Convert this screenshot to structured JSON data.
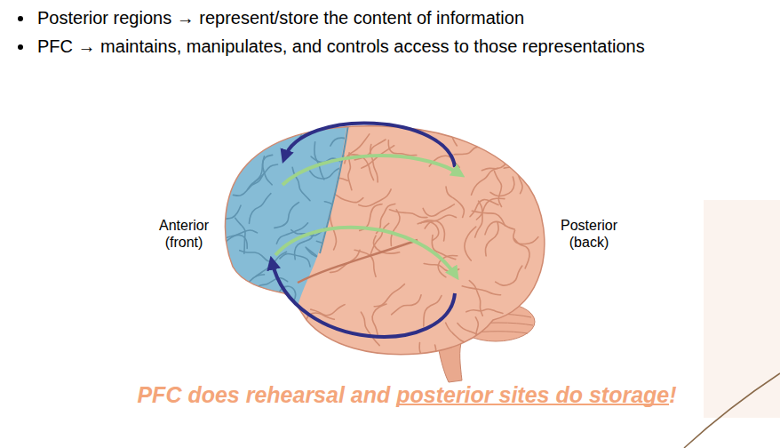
{
  "diagram": {
    "caption": "PFC does rehearsal and posterior sites do storage!",
    "labels": [
      "Posterior regions → represent/store the content of information",
      "PFC → maintains, manipulates, and controls access to those representations",
      "Anterior (front)",
      "Posterior (back)"
    ]
  }
}
